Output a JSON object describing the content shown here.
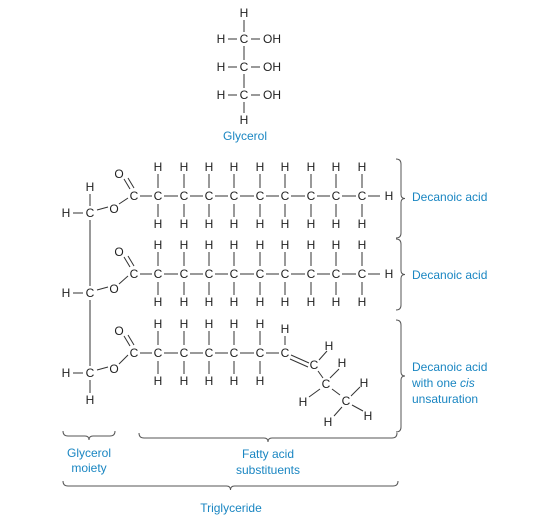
{
  "atoms": {
    "h": "H",
    "c": "C",
    "o": "O",
    "oh": "OH"
  },
  "labels": {
    "glycerol": "Glycerol",
    "acid_1": "Decanoic acid",
    "acid_2": "Decanoic acid",
    "acid_3_line1": "Decanoic acid",
    "acid_3_line2_prefix": "with one ",
    "acid_3_line2_italic": "cis",
    "acid_3_line3": "unsaturation",
    "glycerol_moiety_line1": "Glycerol",
    "glycerol_moiety_line2": "moiety",
    "fatty_acid_line1": "Fatty acid",
    "fatty_acid_line2": "substituents",
    "triglyceride": "Triglyceride"
  },
  "colors": {
    "label": "#1a86c2",
    "atom": "#222222",
    "bond": "#333333"
  }
}
